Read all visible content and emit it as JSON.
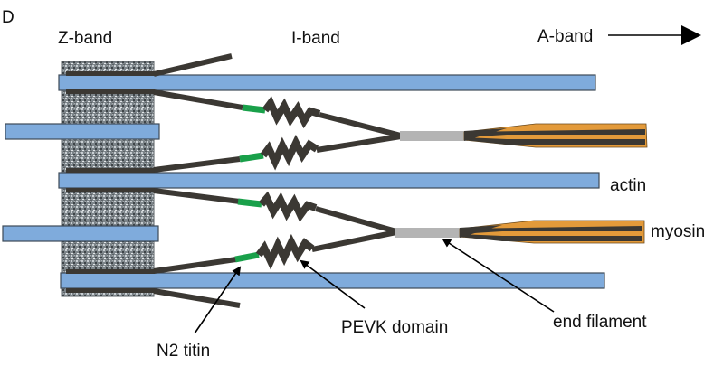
{
  "panel_label": "D",
  "labels": {
    "z_band": "Z-band",
    "i_band": "I-band",
    "a_band": "A-band",
    "actin": "actin",
    "myosin": "myosin",
    "n2_titin": "N2 titin",
    "pevk_domain": "PEVK domain",
    "end_filament": "end filament"
  },
  "colors": {
    "actin_fill": "#7fabdc",
    "actin_stroke": "#3d4a58",
    "titin": "#3b3833",
    "n2_segment": "#19a04a",
    "end_filament": "#b4b4b4",
    "myosin_fill": "#e39a3a",
    "z_band_base": "#7d858a",
    "arrow": "#000000"
  }
}
